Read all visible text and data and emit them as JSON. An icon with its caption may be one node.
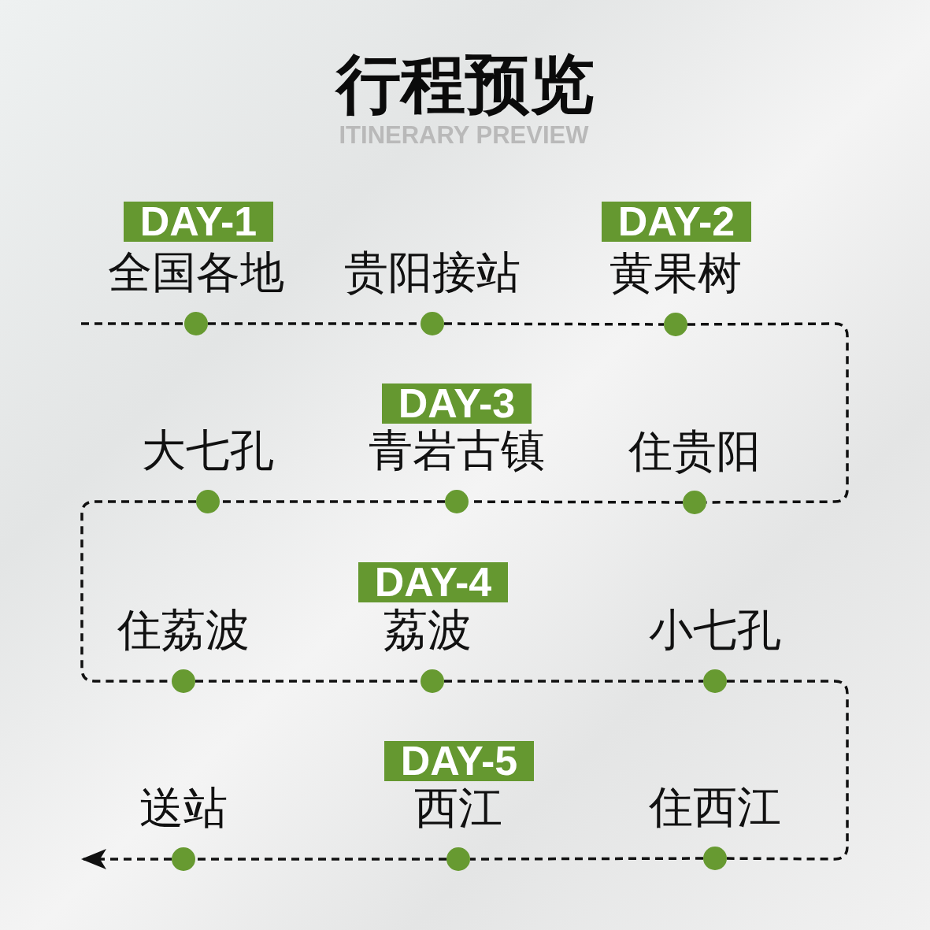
{
  "diagram": {
    "title": "行程预览",
    "nodes": [
      {
        "text": [
          "DAY-1"
        ]
      },
      {
        "text": [],
        "shape": "circle",
        "beside": [
          "全国各地"
        ]
      },
      {
        "text": [],
        "shape": "circle",
        "beside": [
          "贵阳接站"
        ]
      },
      {
        "text": [
          "DAY-2"
        ]
      },
      {
        "text": [],
        "shape": "circle",
        "beside": [
          "黄果树"
        ]
      },
      {
        "text": [
          "DAY-3"
        ]
      },
      {
        "text": [],
        "shape": "circle",
        "beside": [
          "大七孔"
        ]
      },
      {
        "text": [],
        "shape": "circle",
        "beside": [
          "青岩古镇"
        ]
      },
      {
        "text": [],
        "shape": "circle",
        "beside": [
          "住贵阳"
        ]
      },
      {
        "text": [
          "DAY-4"
        ]
      },
      {
        "text": [],
        "shape": "circle",
        "beside": [
          "住荔波"
        ]
      },
      {
        "text": [],
        "shape": "circle",
        "beside": [
          "荔波"
        ]
      },
      {
        "text": [],
        "shape": "circle",
        "beside": [
          "小七孔"
        ]
      },
      {
        "text": [
          "DAY-5"
        ]
      },
      {
        "text": [],
        "shape": "circle",
        "beside": [
          "送站"
        ]
      },
      {
        "text": [],
        "shape": "circle",
        "beside": [
          "西江"
        ]
      },
      {
        "text": [],
        "shape": "circle",
        "beside": [
          "住西江"
        ]
      }
    ],
    "edges": [
      {
        "from": null,
        "to": 1,
        "arrow": "none",
        "style": "dashed"
      },
      {
        "from": 1,
        "to": 2,
        "arrow": "none",
        "style": "dashed"
      },
      {
        "from": 2,
        "to": 4,
        "arrow": "none",
        "style": "dashed"
      },
      {
        "from": 4,
        "to": 8,
        "arrow": "none",
        "style": "dashed"
      },
      {
        "from": 8,
        "to": 7,
        "arrow": "none",
        "style": "dashed"
      },
      {
        "from": 7,
        "to": 6,
        "arrow": "none",
        "style": "dashed"
      },
      {
        "from": 6,
        "to": 10,
        "arrow": "none",
        "style": "dashed"
      },
      {
        "from": 10,
        "to": 11,
        "arrow": "none",
        "style": "dashed"
      },
      {
        "from": 11,
        "to": 12,
        "arrow": "none",
        "style": "dashed"
      },
      {
        "from": 12,
        "to": 16,
        "arrow": "none",
        "style": "dashed"
      },
      {
        "from": 16,
        "to": 15,
        "arrow": "none",
        "style": "dashed"
      },
      {
        "from": 15,
        "to": 14,
        "arrow": "none",
        "style": "dashed"
      },
      {
        "from": 14,
        "to": null,
        "arrow": "to",
        "style": "dashed"
      }
    ],
    "labels": [
      "ITINERARY PREVIEW"
    ]
  }
}
